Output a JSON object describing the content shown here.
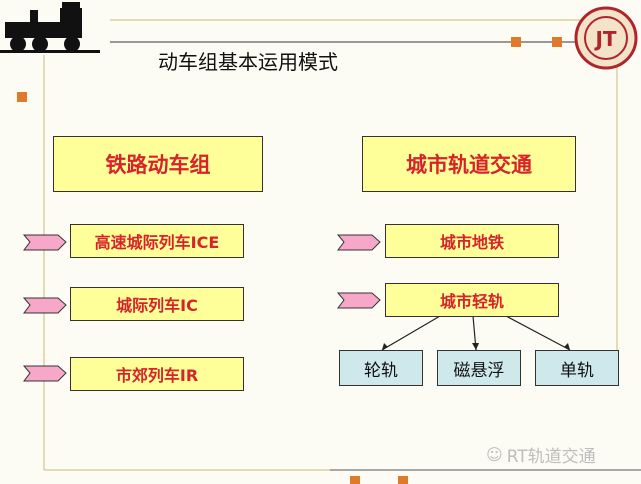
{
  "title": "动车组基本运用模式",
  "left": {
    "header": "铁路动车组",
    "items": [
      "高速城际列车ICE",
      "城际列车IC",
      "市郊列车IR"
    ]
  },
  "right": {
    "header": "城市轨道交通",
    "items": [
      "城市地铁",
      "城市轻轨"
    ],
    "subtypes": [
      "轮轨",
      "磁悬浮",
      "单轨"
    ]
  },
  "watermark": "RT轨道交通",
  "colors": {
    "accent": "#d8232a",
    "box_fill": "#ffff99",
    "subtype_fill": "#cfe8ec",
    "orange": "#e07a2a",
    "arrow_pink": "#f7a8c8"
  }
}
